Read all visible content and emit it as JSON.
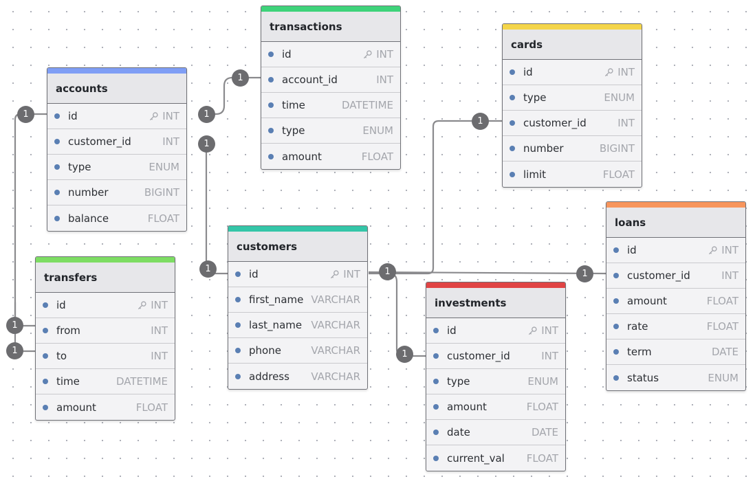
{
  "relation_label": "1",
  "colors": {
    "accounts": "#7f9ef5",
    "transactions": "#3ed37a",
    "cards": "#f4d54a",
    "transfers": "#7ddd63",
    "customers": "#34c6a8",
    "loans": "#f7955c",
    "investments": "#e04444"
  },
  "tables": {
    "accounts": {
      "name": "accounts",
      "fields": [
        {
          "name": "id",
          "type": "INT",
          "pk": true
        },
        {
          "name": "customer_id",
          "type": "INT"
        },
        {
          "name": "type",
          "type": "ENUM"
        },
        {
          "name": "number",
          "type": "BIGINT"
        },
        {
          "name": "balance",
          "type": "FLOAT"
        }
      ]
    },
    "transactions": {
      "name": "transactions",
      "fields": [
        {
          "name": "id",
          "type": "INT",
          "pk": true
        },
        {
          "name": "account_id",
          "type": "INT"
        },
        {
          "name": "time",
          "type": "DATETIME"
        },
        {
          "name": "type",
          "type": "ENUM"
        },
        {
          "name": "amount",
          "type": "FLOAT"
        }
      ]
    },
    "cards": {
      "name": "cards",
      "fields": [
        {
          "name": "id",
          "type": "INT",
          "pk": true
        },
        {
          "name": "type",
          "type": "ENUM"
        },
        {
          "name": "customer_id",
          "type": "INT"
        },
        {
          "name": "number",
          "type": "BIGINT"
        },
        {
          "name": "limit",
          "type": "FLOAT"
        }
      ]
    },
    "transfers": {
      "name": "transfers",
      "fields": [
        {
          "name": "id",
          "type": "INT",
          "pk": true
        },
        {
          "name": "from",
          "type": "INT"
        },
        {
          "name": "to",
          "type": "INT"
        },
        {
          "name": "time",
          "type": "DATETIME"
        },
        {
          "name": "amount",
          "type": "FLOAT"
        }
      ]
    },
    "customers": {
      "name": "customers",
      "fields": [
        {
          "name": "id",
          "type": "INT",
          "pk": true
        },
        {
          "name": "first_name",
          "type": "VARCHAR"
        },
        {
          "name": "last_name",
          "type": "VARCHAR"
        },
        {
          "name": "phone",
          "type": "VARCHAR"
        },
        {
          "name": "address",
          "type": "VARCHAR"
        }
      ]
    },
    "loans": {
      "name": "loans",
      "fields": [
        {
          "name": "id",
          "type": "INT",
          "pk": true
        },
        {
          "name": "customer_id",
          "type": "INT"
        },
        {
          "name": "amount",
          "type": "FLOAT"
        },
        {
          "name": "rate",
          "type": "FLOAT"
        },
        {
          "name": "term",
          "type": "DATE"
        },
        {
          "name": "status",
          "type": "ENUM"
        }
      ]
    },
    "investments": {
      "name": "investments",
      "fields": [
        {
          "name": "id",
          "type": "INT",
          "pk": true
        },
        {
          "name": "customer_id",
          "type": "INT"
        },
        {
          "name": "type",
          "type": "ENUM"
        },
        {
          "name": "amount",
          "type": "FLOAT"
        },
        {
          "name": "date",
          "type": "DATE"
        },
        {
          "name": "current_val",
          "type": "FLOAT"
        }
      ]
    }
  }
}
